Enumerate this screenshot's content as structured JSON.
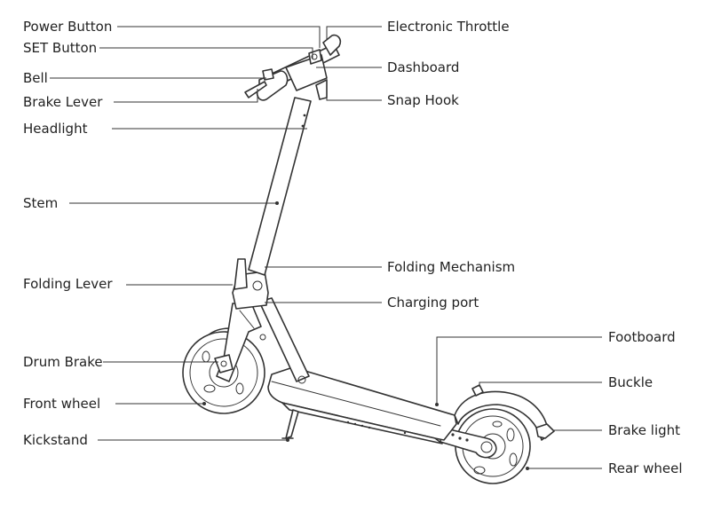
{
  "labels": {
    "power_button": "Power Button",
    "set_button": "SET Button",
    "bell": "Bell",
    "brake_lever": "Brake Lever",
    "headlight": "Headlight",
    "stem": "Stem",
    "folding_lever": "Folding Lever",
    "drum_brake": "Drum Brake",
    "front_wheel": "Front wheel",
    "kickstand": "Kickstand",
    "electronic_throttle": "Electronic Throttle",
    "dashboard": "Dashboard",
    "snap_hook": "Snap Hook",
    "folding_mechanism": "Folding Mechanism",
    "charging_port": "Charging port",
    "footboard": "Footboard",
    "buckle": "Buckle",
    "brake_light": "Brake light",
    "rear_wheel": "Rear wheel"
  }
}
